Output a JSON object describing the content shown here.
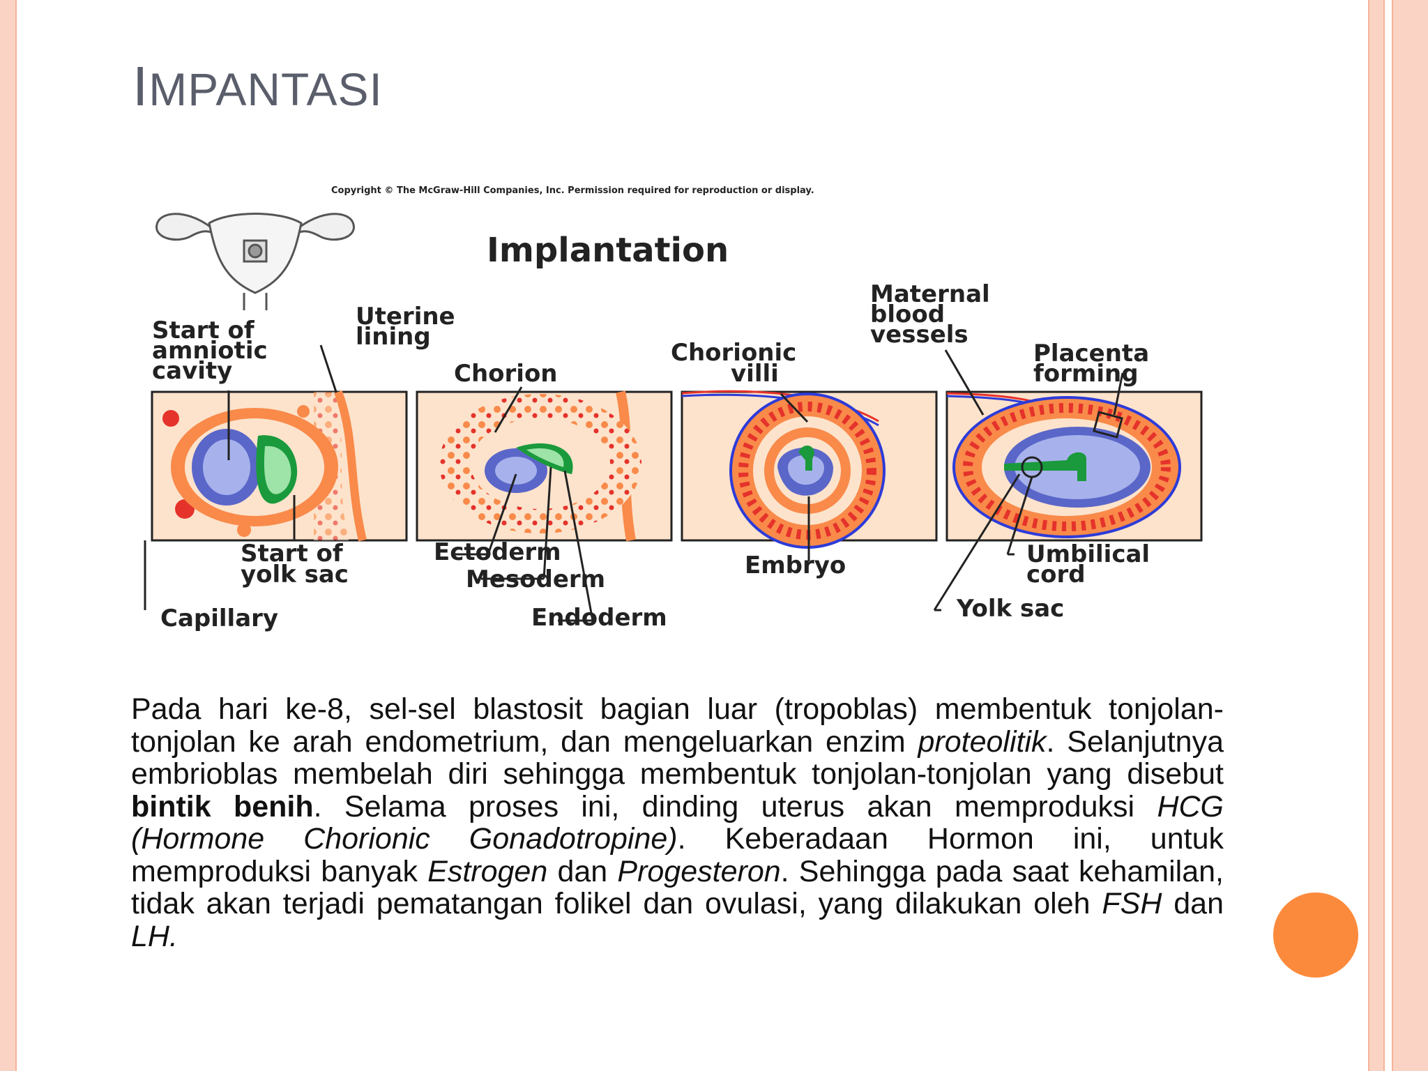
{
  "slide": {
    "title_initial": "I",
    "title_rest": "MPANTASI"
  },
  "figure": {
    "copyright": "Copyright © The McGraw-Hill Companies, Inc. Permission required for reproduction or display.",
    "heading": "Implantation",
    "labels": {
      "start_of_amniotic_cavity": [
        "Start of",
        "amniotic",
        "cavity"
      ],
      "uterine_lining": [
        "Uterine",
        "lining"
      ],
      "chorion": "Chorion",
      "chorionic_villi": [
        "Chorionic",
        "villi"
      ],
      "maternal_blood_vessels": [
        "Maternal",
        "blood",
        "vessels"
      ],
      "placenta_forming": [
        "Placenta",
        "forming"
      ],
      "start_of_yolk_sac": [
        "Start of",
        "yolk sac"
      ],
      "capillary": "Capillary",
      "ectoderm": "Ectoderm",
      "mesoderm": "Mesoderm",
      "endoderm": "Endoderm",
      "embryo": "Embryo",
      "umbilical_cord": [
        "Umbilical",
        "cord"
      ],
      "yolk_sac": "Yolk sac"
    },
    "colors": {
      "tissue": "#f98a4a",
      "tissue_light": "#fde3cc",
      "amnion": "#5a66c8",
      "amnion_light": "#a7b2ec",
      "yolk": "#1a9a3c",
      "yolk_light": "#9ee3a8",
      "blood_red": "#e5322b",
      "blood_blue": "#2d3bd8"
    }
  },
  "body": {
    "p1": "Pada hari ke-8, sel-sel blastosit bagian luar (tropoblas) membentuk tonjolan-tonjolan ke arah endometrium, dan mengeluarkan enzim ",
    "i1": "proteolitik",
    "p2": ". Selanjutnya embrioblas membelah diri sehingga membentuk tonjolan-tonjolan yang disebut ",
    "b1": "bintik benih",
    "p3": ". Selama proses ini, dinding uterus akan memproduksi ",
    "i2": "HCG (Hormone Chorionic Gonadotropine)",
    "p4": ". Keberadaan Hormon ini, untuk memproduksi banyak ",
    "i3": "Estrogen",
    "p5": " dan ",
    "i4": "Progesteron",
    "p6": ". Sehingga pada saat kehamilan, tidak akan terjadi pematangan folikel dan ovulasi,  yang dilakukan oleh ",
    "i5": "FSH",
    "p7": "  dan ",
    "i6": "LH."
  }
}
